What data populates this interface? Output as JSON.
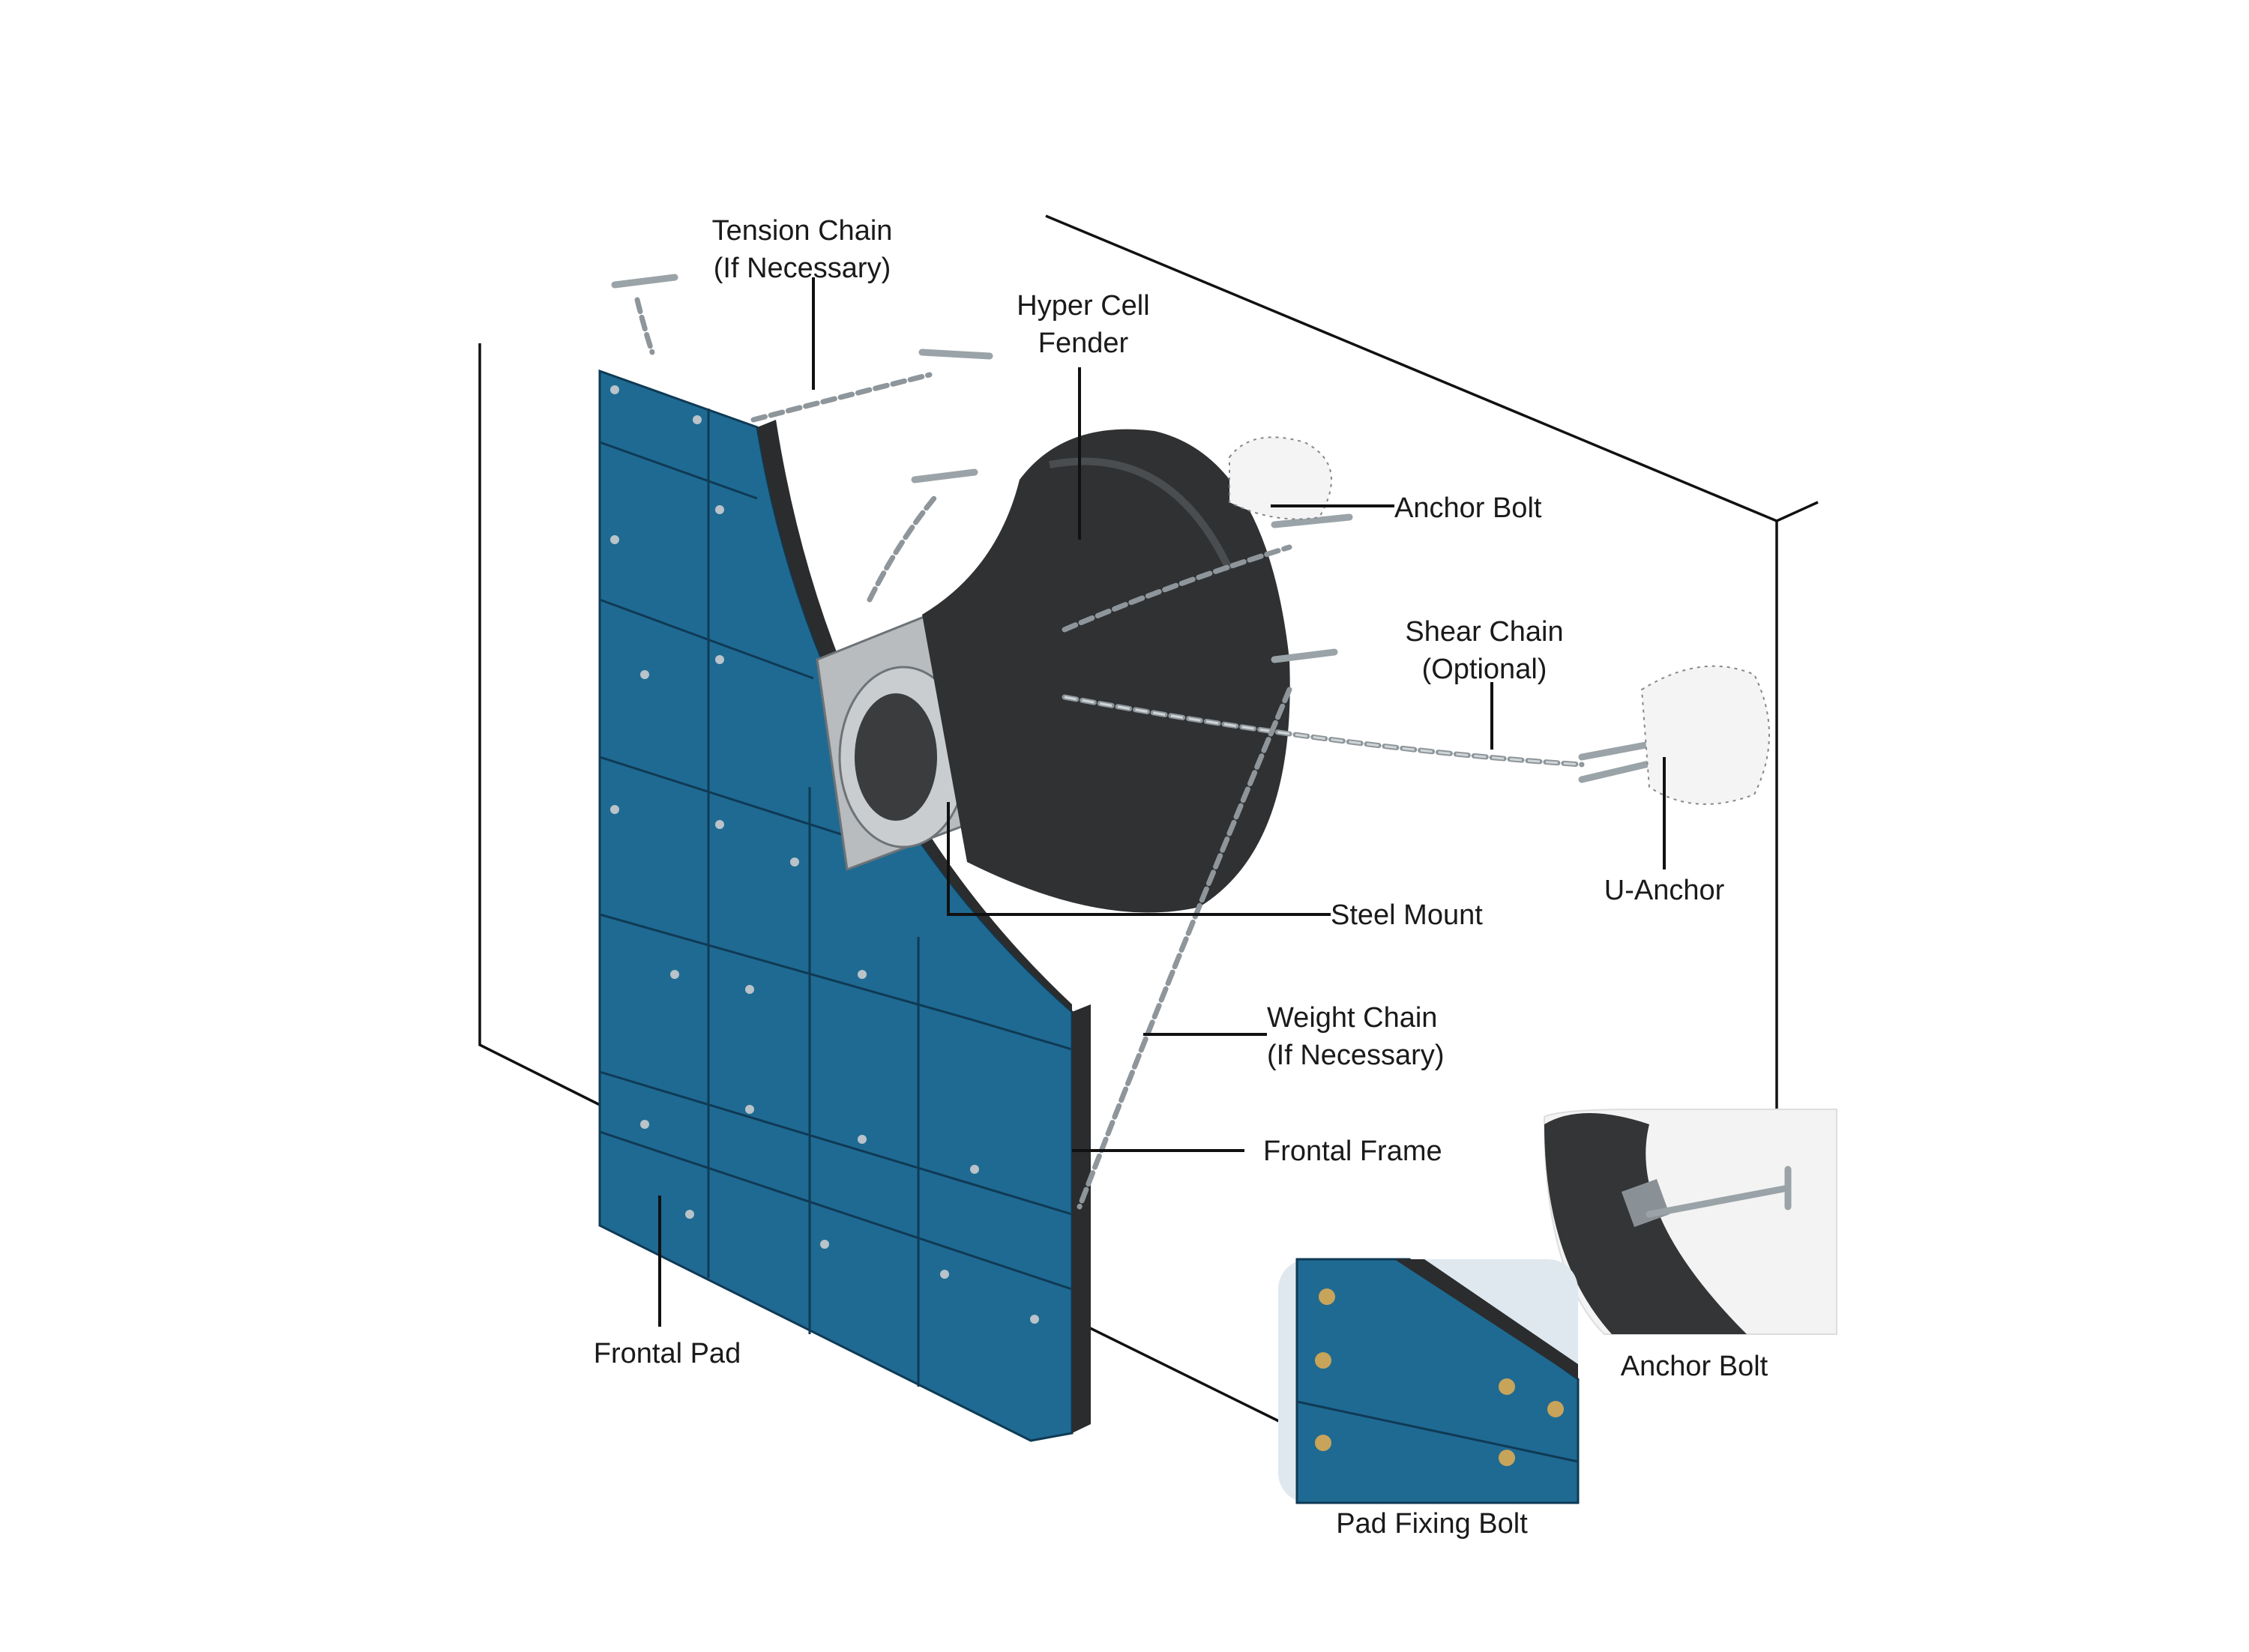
{
  "labels": {
    "tension_chain_1": "Tension Chain",
    "tension_chain_2": "(If Necessary)",
    "fender_1": "Hyper Cell",
    "fender_2": "Fender",
    "anchor_bolt_top": "Anchor Bolt",
    "shear_chain_1": "Shear Chain",
    "shear_chain_2": "(Optional)",
    "u_anchor": "U-Anchor",
    "steel_mount": "Steel Mount",
    "weight_chain_1": "Weight Chain",
    "weight_chain_2": "(If Necessary)",
    "frontal_frame": "Frontal Frame",
    "frontal_pad": "Frontal Pad",
    "anchor_bolt_inset": "Anchor Bolt",
    "pad_fixing_bolt": "Pad Fixing Bolt"
  },
  "colors": {
    "pad_blue": "#1f6a92",
    "fender_black": "#2f3133",
    "steel_grey": "#b8bcbf",
    "chain_grey": "#8e969b",
    "line": "#111111"
  },
  "icons": {
    "fender": "cone-fender-illustration",
    "pad": "blue-frontal-pad-panel",
    "chain": "link-chain",
    "anchor": "anchor-bolt-in-concrete"
  }
}
